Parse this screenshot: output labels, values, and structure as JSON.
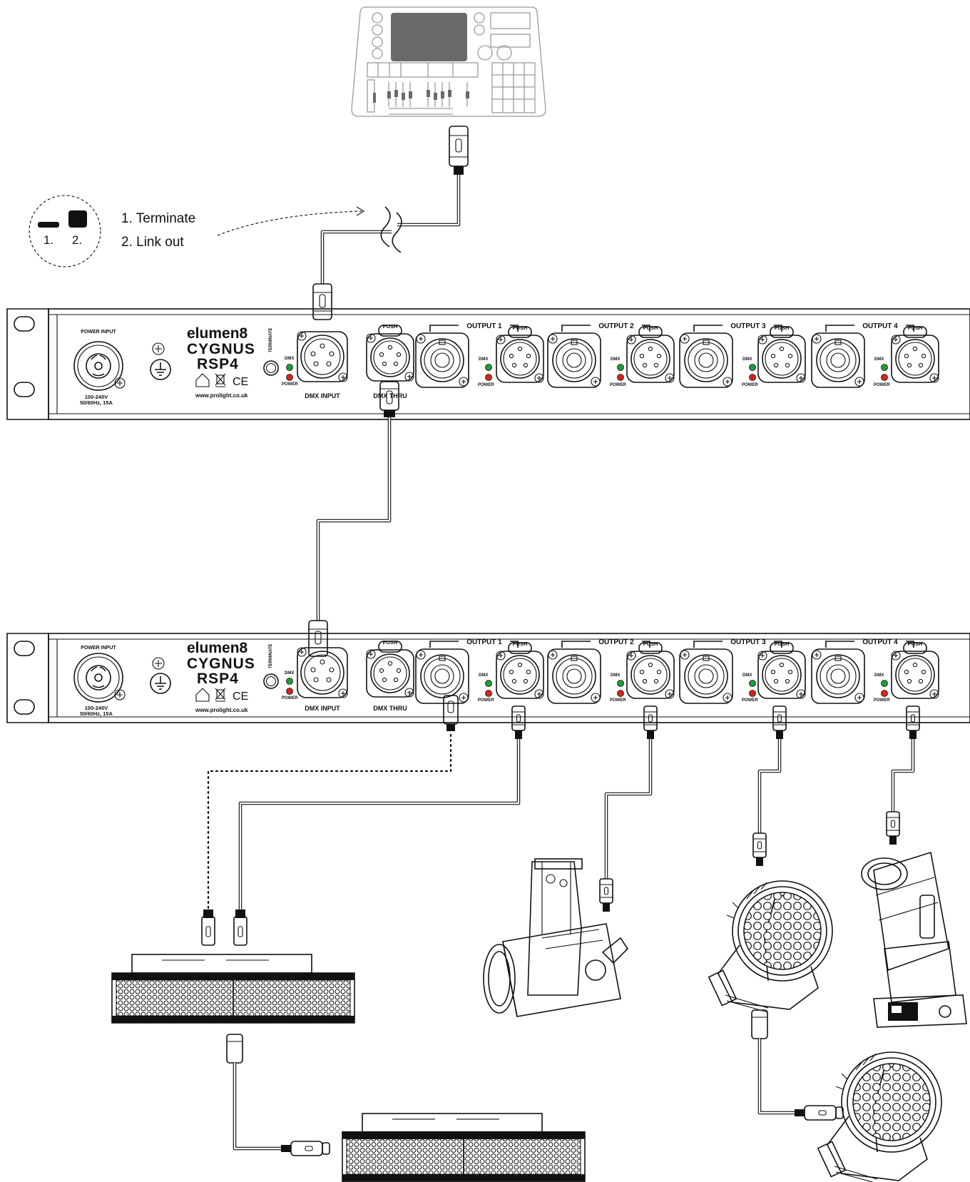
{
  "legend": {
    "item1_num": "1.",
    "item2_num": "2.",
    "line1": "1. Terminate",
    "line2": "2. Link out"
  },
  "unit": {
    "brand": "elumen8",
    "model": "CYGNUS",
    "submodel": "RSP4",
    "url": "www.prolight.co.uk",
    "power_input": "POWER INPUT",
    "voltage": "100-240V",
    "freq": "50/60Hz, 15A",
    "terminate": "TERMINATE",
    "dmx_led": "DMX",
    "power_led": "POWER",
    "dmx_input": "DMX INPUT",
    "dmx_thru": "DMX THRU",
    "push": "PUSH",
    "outputs": [
      "OUTPUT 1",
      "OUTPUT 2",
      "OUTPUT 3",
      "OUTPUT 4"
    ],
    "ce": "CE"
  },
  "colors": {
    "led_green": "#1e9d3a",
    "led_red": "#d9241c",
    "line": "#111111",
    "console": "#9a9a9a"
  }
}
